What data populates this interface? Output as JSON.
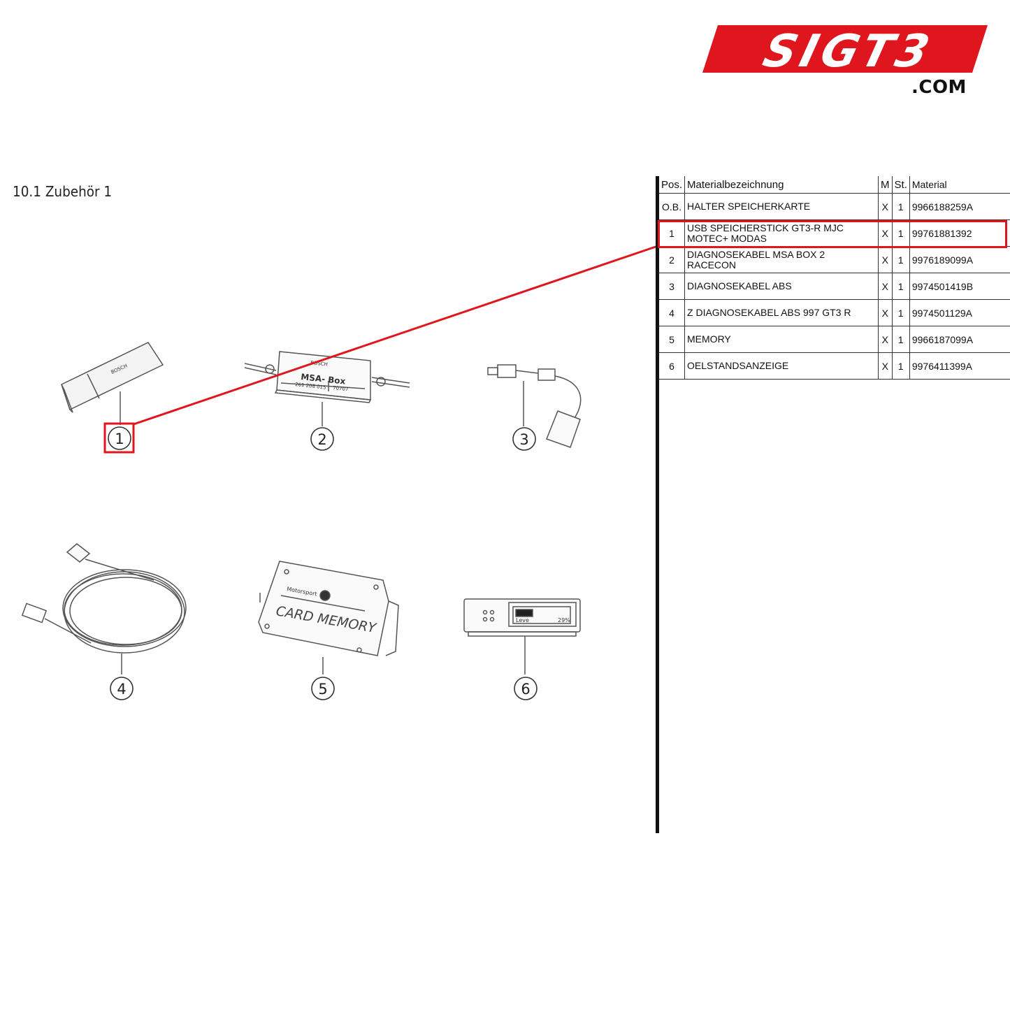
{
  "brand": {
    "logo_text": "SIGT3",
    "domain_suffix": ".COM",
    "accent_color": "#e0161e"
  },
  "section": {
    "title": "10.1  Zubehör 1"
  },
  "table": {
    "headers": {
      "pos": "Pos.",
      "description": "Materialbezeichnung",
      "m": "M",
      "st": "St.",
      "material": "Material"
    },
    "rows": [
      {
        "pos": "O.B.",
        "description": "HALTER SPEICHERKARTE",
        "m": "X",
        "st": "1",
        "material": "9966188259A",
        "highlighted": false
      },
      {
        "pos": "1",
        "description": "USB SPEICHERSTICK GT3-R MJC MOTEC+ MODAS",
        "m": "X",
        "st": "1",
        "material": "99761881392",
        "highlighted": true
      },
      {
        "pos": "2",
        "description": "DIAGNOSEKABEL MSA BOX 2 RACECON",
        "m": "X",
        "st": "1",
        "material": "9976189099A",
        "highlighted": false
      },
      {
        "pos": "3",
        "description": "DIAGNOSEKABEL ABS",
        "m": "X",
        "st": "1",
        "material": "9974501419B",
        "highlighted": false
      },
      {
        "pos": "4",
        "description": "Z DIAGNOSEKABEL ABS 997 GT3 R",
        "m": "X",
        "st": "1",
        "material": "9974501129A",
        "highlighted": false
      },
      {
        "pos": "5",
        "description": "MEMORY",
        "m": "X",
        "st": "1",
        "material": "9966187099A",
        "highlighted": false
      },
      {
        "pos": "6",
        "description": "OELSTANDSANZEIGE",
        "m": "X",
        "st": "1",
        "material": "9976411399A",
        "highlighted": false
      }
    ]
  },
  "callouts": [
    "1",
    "2",
    "3",
    "4",
    "5",
    "6"
  ],
  "part_labels": {
    "usb_brand": "BOSCH",
    "msa_brand": "BOSCH",
    "msa_title": "MSA- Box",
    "msa_number": "261 208 015",
    "msa_code": "70707",
    "card_brand": "Motorsport",
    "card_title": "CARD MEMORY",
    "oil_display_label": "Leve",
    "oil_display_value": "29%"
  }
}
